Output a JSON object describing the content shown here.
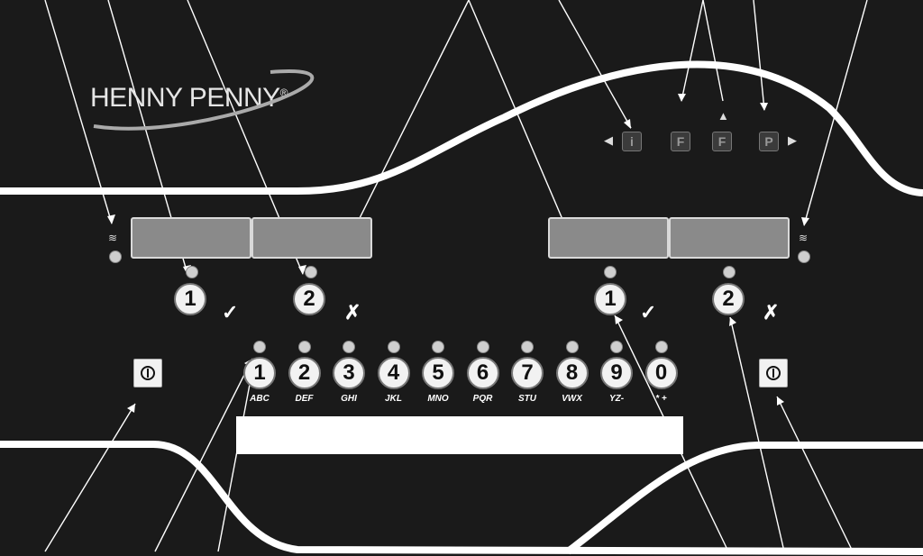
{
  "brand": {
    "name": "HENNY PENNY",
    "registered": "®"
  },
  "left_vat": {
    "product_buttons": [
      "1",
      "2"
    ],
    "check_mark": "✓",
    "cross_mark": "✗"
  },
  "right_vat": {
    "product_buttons": [
      "1",
      "2"
    ],
    "check_mark": "✓",
    "cross_mark": "✗"
  },
  "keypad": {
    "keys": [
      {
        "num": "1",
        "sub": "ABC"
      },
      {
        "num": "2",
        "sub": "DEF"
      },
      {
        "num": "3",
        "sub": "GHI"
      },
      {
        "num": "4",
        "sub": "JKL"
      },
      {
        "num": "5",
        "sub": "MNO"
      },
      {
        "num": "6",
        "sub": "PQR"
      },
      {
        "num": "7",
        "sub": "STU"
      },
      {
        "num": "8",
        "sub": "VWX"
      },
      {
        "num": "9",
        "sub": "YZ-"
      },
      {
        "num": "0",
        "sub": "* +"
      }
    ]
  },
  "function_keys": {
    "info": "i",
    "filter1": "F",
    "filter2": "F",
    "program": "P",
    "left_arrow": "◀",
    "right_arrow": "▶",
    "up_arrow": "▲"
  },
  "heat_symbol": "≋"
}
